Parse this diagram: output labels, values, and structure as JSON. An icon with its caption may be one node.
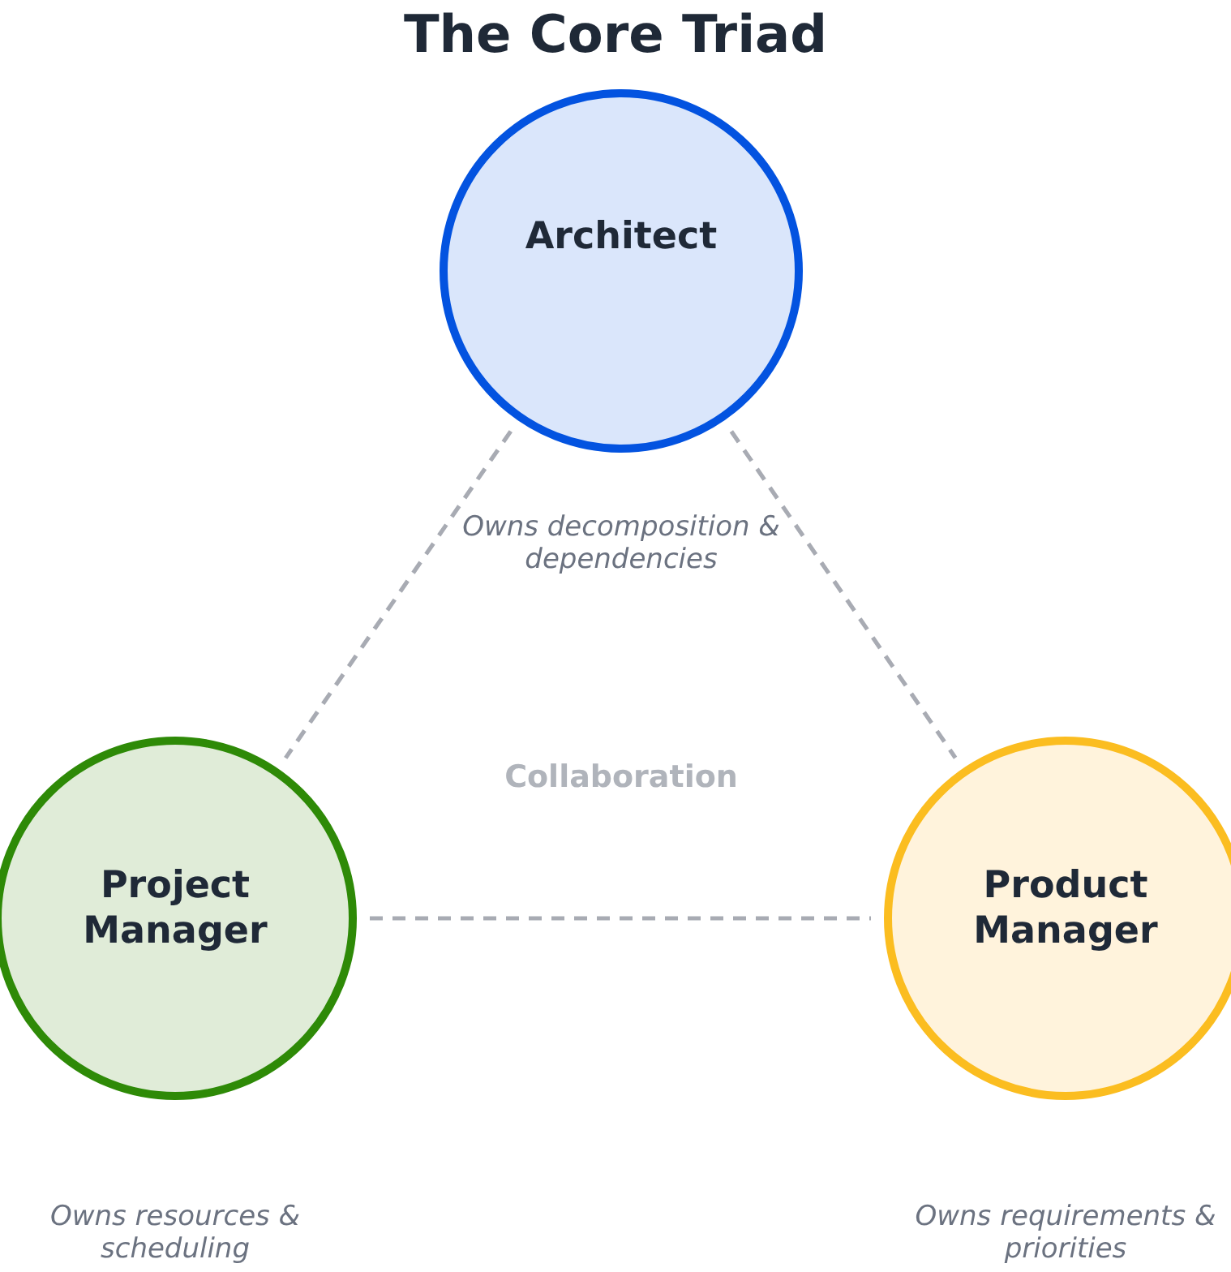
{
  "diagram": {
    "title": "The Core Triad",
    "nodes": [
      {
        "text": [
          "Architect"
        ],
        "beside": [
          "Owns decomposition & dependencies"
        ]
      },
      {
        "text": [
          "Project Manager"
        ],
        "beside": [
          "Owns resources & scheduling"
        ]
      },
      {
        "text": [
          "Product Manager"
        ],
        "beside": [
          "Owns requirements & priorities"
        ]
      }
    ],
    "edges": [
      {
        "from": 0,
        "to": 1,
        "arrow": "none",
        "style": "dashed"
      },
      {
        "from": 0,
        "to": 2,
        "arrow": "none",
        "style": "dashed"
      },
      {
        "from": 1,
        "to": 2,
        "arrow": "none",
        "style": "dashed"
      }
    ],
    "labels": [
      "Collaboration"
    ]
  }
}
